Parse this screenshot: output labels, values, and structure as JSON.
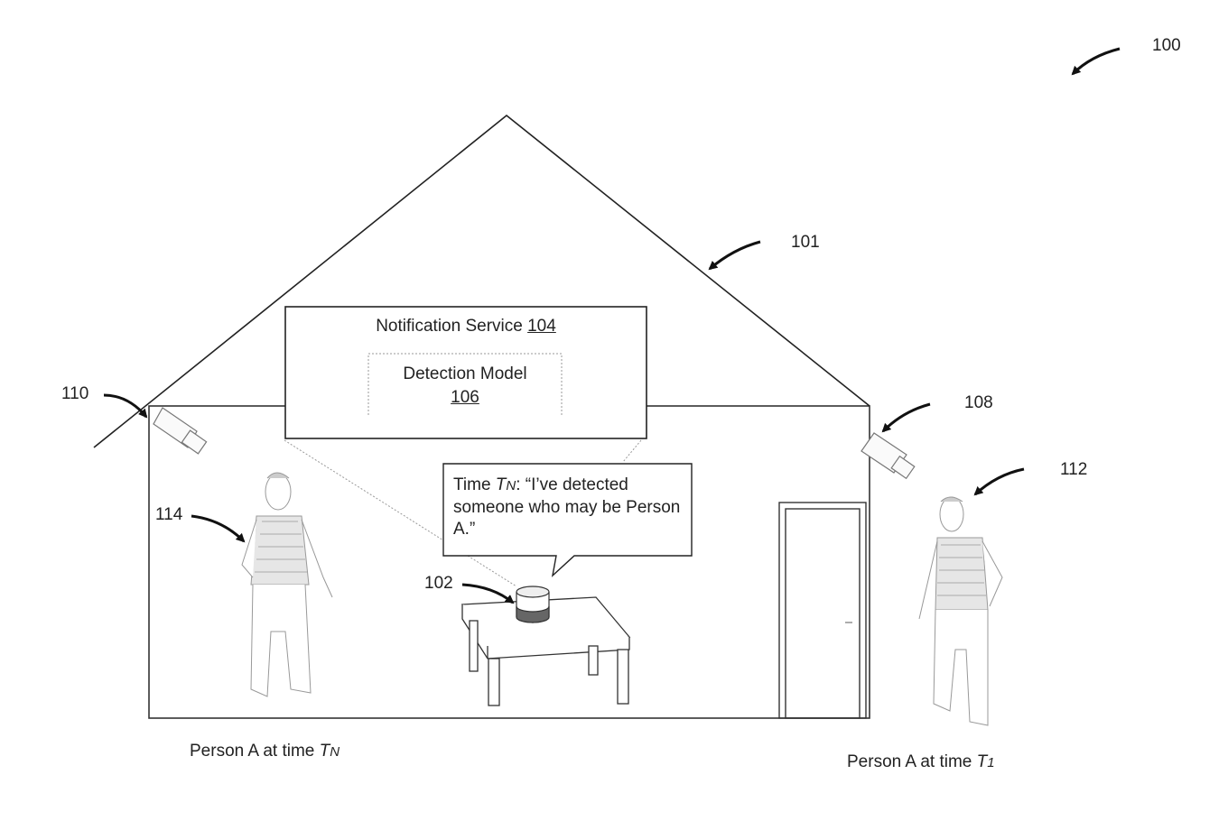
{
  "refs": {
    "figure": "100",
    "house": "101",
    "device": "102",
    "camera_right": "108",
    "camera_left": "110",
    "person_outside": "112",
    "person_inside": "114"
  },
  "notification_box": {
    "title": "Notification Service",
    "title_ref": "104"
  },
  "detection_box": {
    "title": "Detection Model",
    "ref": "106"
  },
  "speech_bubble": {
    "prefix": "Time ",
    "time_var": "T",
    "time_sub": "N",
    "message": ": “I’ve detected someone who may be Person A.”"
  },
  "captions": {
    "left_prefix": "Person A at time ",
    "left_var": "T",
    "left_sub": "N",
    "right_prefix": "Person A at time ",
    "right_var": "T",
    "right_sub": "1"
  }
}
